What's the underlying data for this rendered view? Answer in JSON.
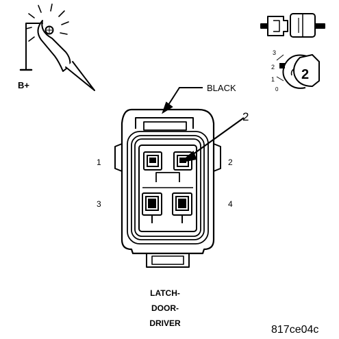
{
  "probe": {
    "supply_label": "B+",
    "icon": "test-light-probe-icon"
  },
  "connector_icon": {
    "icon": "connector-halves-icon",
    "position_scale": [
      "3",
      "2",
      "1",
      "0"
    ],
    "selected_position": "2"
  },
  "connector": {
    "color_label": "BLACK",
    "callout_number": "2",
    "pin_numbers": [
      "1",
      "2",
      "3",
      "4"
    ],
    "name_lines": [
      "LATCH-",
      "DOOR-",
      "DRIVER"
    ]
  },
  "figure_id": "817ce04c",
  "colors": {
    "line": "#000000",
    "background": "#ffffff"
  }
}
